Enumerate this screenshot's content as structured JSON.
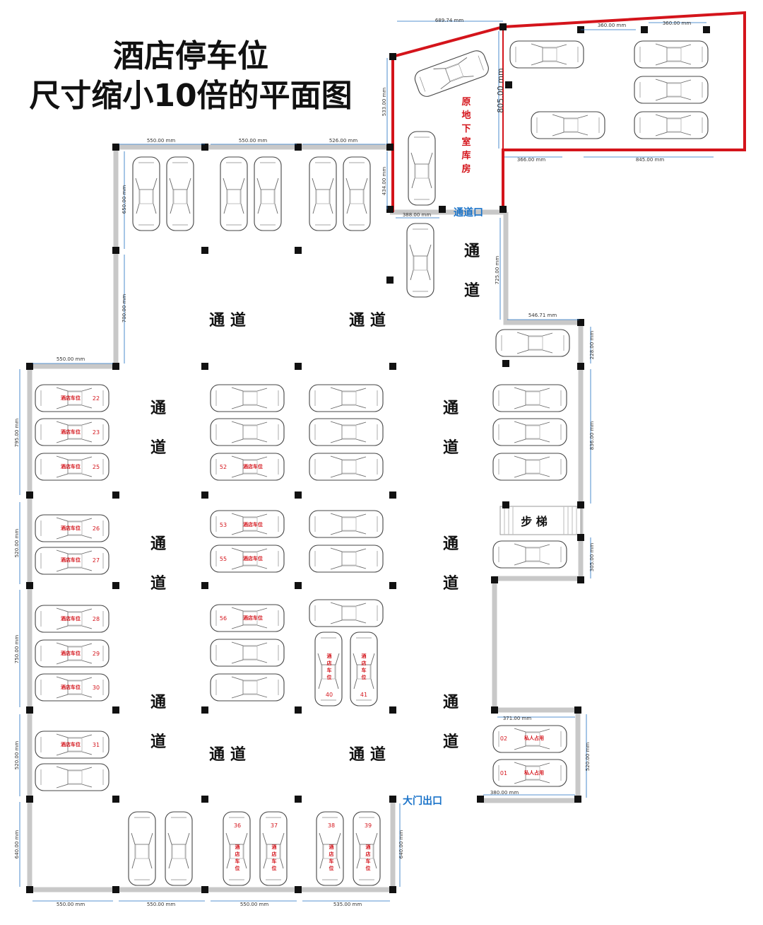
{
  "title": {
    "line1": "酒店停车位",
    "line2": "尺寸缩小10倍的平面图"
  },
  "colors": {
    "wall": "#c8c8c8",
    "pillar": "#111111",
    "storage_outline": "#d4141b",
    "dimension": "#1f6fc2",
    "blue_label": "#1a73c9",
    "red_label": "#d4141b"
  },
  "labels": {
    "aisle_h": "通 道",
    "aisle_v1": "通",
    "aisle_v2": "道",
    "passage_mouth": "通道口",
    "main_exit": "大门出口",
    "stairs": "步  梯",
    "storage": [
      "原",
      "地",
      "下",
      "室",
      "库",
      "房"
    ],
    "hotel_spot": "酒店车位",
    "hotel_spot_v": [
      "酒",
      "店",
      "车",
      "位"
    ],
    "private": "私人占用"
  },
  "dimensions": {
    "d689": "689.74 mm",
    "d360a": "360.00 mm",
    "d360b": "360.00 mm",
    "d805": "805.00 mm",
    "d366": "366.00 mm",
    "d845": "845.00 mm",
    "d533": "533.00 mm",
    "d434": "434.00 mm",
    "d388": "388.00 mm",
    "d550a": "550.00 mm",
    "d550b": "550.00 mm",
    "d526": "526.00 mm",
    "d650": "650.00 mm",
    "d700": "700.00 mm",
    "d550c": "550.00 mm",
    "d725": "725.00 mm",
    "d546": "546.71 mm",
    "d228": "228.00 mm",
    "d836": "836.00 mm",
    "d305": "305.00 mm",
    "d795": "795.00 mm",
    "d520a": "520.00 mm",
    "d750": "750.00 mm",
    "d520b": "520.00 mm",
    "d640a": "640.00 mm",
    "d640b": "640.00 mm",
    "d371": "371.00 mm",
    "d520c": "520.00 mm",
    "d380": "380.00 mm",
    "b550a": "550.00 mm",
    "b550b": "550.00 mm",
    "b550c": "550.00 mm",
    "b535": "535.00 mm"
  },
  "spots": {
    "n22": "22",
    "n23": "23",
    "n25": "25",
    "n26": "26",
    "n27": "27",
    "n28": "28",
    "n29": "29",
    "n30": "30",
    "n31": "31",
    "n52": "52",
    "n53": "53",
    "n55": "55",
    "n56": "56",
    "n40": "40",
    "n41": "41",
    "n36": "36",
    "n37": "37",
    "n38": "38",
    "n39": "39",
    "n01": "01",
    "n02": "02"
  }
}
